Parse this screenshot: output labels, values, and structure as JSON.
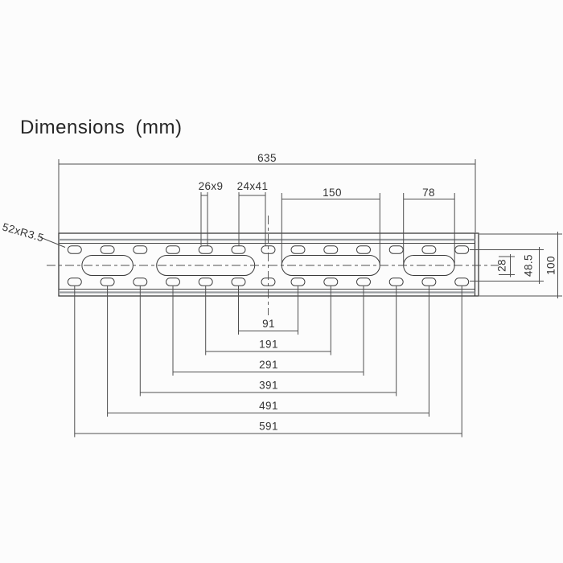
{
  "title": "Dimensions (mm)",
  "colors": {
    "line": "#3a3a3a",
    "dim_line": "#4f4f4f",
    "gray_band": "#989ca0",
    "text": "#333333",
    "background": "#fcfcfc"
  },
  "dims": {
    "overall_length": "635",
    "small_slot_size": "26x9",
    "top_slot_spacing": "24x41",
    "long_oblong_length": "150",
    "short_oblong_length": "78",
    "slot_radius_note": "52xR3.5",
    "center_offset": "28",
    "row_spacing": "48.5",
    "overall_height": "100",
    "chain": [
      "91",
      "191",
      "291",
      "391",
      "491",
      "591"
    ]
  }
}
